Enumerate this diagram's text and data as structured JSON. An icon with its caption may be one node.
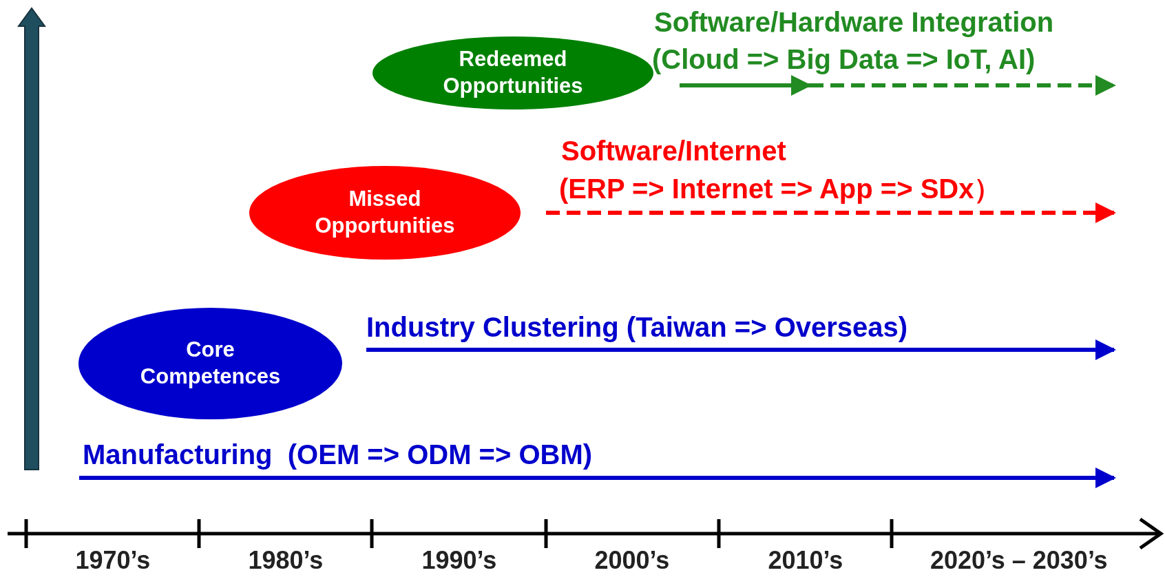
{
  "diagram": {
    "nodes": [
      {
        "text": [
          "Redeemed Opportunities"
        ]
      },
      {
        "text": [
          "Missed Opportunities"
        ]
      },
      {
        "text": [
          "Core Competences"
        ]
      }
    ],
    "edges": [],
    "labels": [
      "Software/Hardware Integration",
      "(Cloud => Big Data => IoT, AI)",
      "Software/Internet",
      "(ERP => Internet => App => SDx）",
      "Industry Clustering (Taiwan => Overseas)",
      "Manufacturing  (OEM => ODM => OBM)",
      "1970’s",
      "1980’s",
      "1990’s",
      "2000’s",
      "2010’s",
      "2020’s – 2030’s"
    ]
  }
}
